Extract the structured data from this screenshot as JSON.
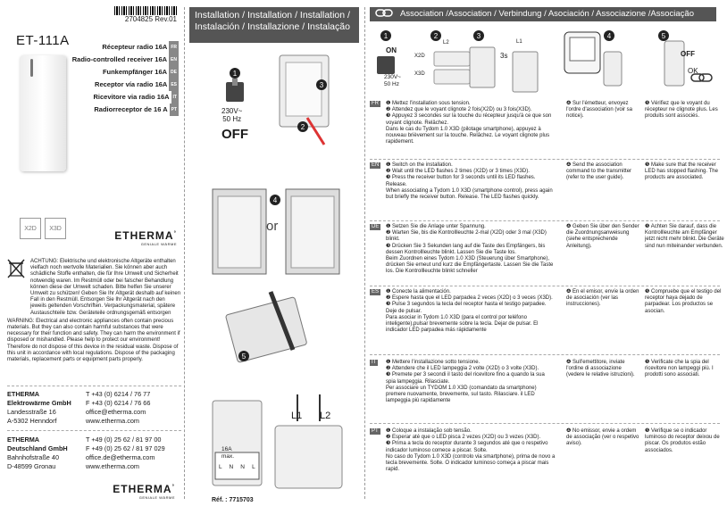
{
  "meta": {
    "code": "2704825 Rev.01",
    "product": "ET-111A"
  },
  "languages": [
    {
      "label": "Récepteur radio 16A",
      "code": "FR"
    },
    {
      "label": "Radio-controlled receiver 16A",
      "code": "EN"
    },
    {
      "label": "Funkempfänger 16A",
      "code": "DE"
    },
    {
      "label": "Receptor vía radio 16A",
      "code": "ES"
    },
    {
      "label": "Ricevitore via radio 16A",
      "code": "IT"
    },
    {
      "label": "Radiorreceptor de 16 A",
      "code": "PT"
    }
  ],
  "badges": [
    "X2D",
    "X3D"
  ],
  "brand": {
    "name": "ETHERMA",
    "sub": "GENIALE WÄRME",
    "mark": "°"
  },
  "warning": {
    "de": "ACHTUNG: Elektrische und elektronische Altgeräte enthalten vielfach noch wertvolle Materialien. Sie können aber auch schädliche Stoffe enthalten, die für Ihre Umwelt und Sicherheit notwendig waren. Im Restmüll oder bei falscher Behandlung können diese der Umwelt schaden. Bitte helfen Sie unserer Umwelt zu schützen! Geben Sie Ihr Altgerät deshalb auf keinen Fall in den Restmüll. Entsorgen Sie Ihr Altgerät nach den jeweils geltenden Vorschriften. Verpackungsmaterial, spätere Austauschteile bzw. Geräteteile ordnungsgemäß entsorgen",
    "en": "WARNING: Electrical and electronic appliances often contain precious materials. But they can also contain harmful substances that were necessary for their function and safety. They can harm the environment if disposed or mishandled. Please help to protect our environment! Therefore do not dispose of this device in the residual waste. Dispose of this unit in accordance with local regulations. Dispose of the packaging materials, replacement parts or equipment parts properly."
  },
  "addresses": [
    {
      "lines": [
        "ETHERMA",
        "Elektrowärme GmbH",
        "Landesstraße 16",
        "A-5302 Henndorf"
      ],
      "contact": [
        "T +43 (0) 6214 / 76 77",
        "F +43 (0) 6214 / 76 66",
        "office@etherma.com",
        "www.etherma.com"
      ]
    },
    {
      "lines": [
        "ETHERMA",
        "Deutschland GmbH",
        "Bahnhofstraße 40",
        "D-48599 Gronau"
      ],
      "contact": [
        "T +49 (0) 25 62 / 81 97 00",
        "F +49 (0) 25 62 / 81 97 029",
        "office.de@etherma.com",
        "www.etherma.com"
      ]
    }
  ],
  "install": {
    "header": "Installation / Installation / Installation / Instalación / Installazione  / Instalação",
    "power": "230V~\n50 Hz",
    "state": "OFF",
    "or": "or",
    "wiring": "16A\nmax.",
    "terminals": "L  N  N  L",
    "ref": "Réf. : 7715703",
    "l1": "L1",
    "l2": "L2"
  },
  "assoc": {
    "header": "Association /Association / Verbindung / Asociación / Associazione /Associação",
    "on": "ON",
    "off": "OFF",
    "ok": "OK",
    "timer": "3s",
    "power": "230V~\n50 Hz",
    "x2d": "X2D",
    "x3d": "X3D",
    "l1": "L1",
    "l2": "L2"
  },
  "sections": [
    {
      "code": "FR",
      "a": "❶ Mettez l'installation sous tension.\n❷ Attendez que le voyant clignote 2 fois(X2D) ou 3 fois(X3D).\n❸ Appuyez 3 secondes sur la touche du récepteur jusqu'à ce que son voyant clignote. Relâchez.\nDans le cas du Tydom 1.0 X3D (pilotage smartphone), appuyez à nouveau brièvement sur la touche. Relâchez. Le voyant clignote plus rapidement.",
      "b": "❹ Sur l'émetteur, envoyez l'ordre d'association (voir sa notice).",
      "c": "❺ Vérifiez que le voyant du récepteur ne clignote plus. Les produits sont associés."
    },
    {
      "code": "EN",
      "a": "❶ Switch on the installation.\n❷ Wait until the LED flashes 2 times (X2D) or 3 times (X3D).\n❸ Press the receiver button for 3 seconds until its LED flashes. Release.\nWhen associating a Tydom 1.0 X3D (smartphone control), press again but briefly the receiver button. Release. The LED flashes quickly.",
      "b": "❹ Send the association command to the transmitter (refer to the user guide).",
      "c": "❺ Make sure that the receiver LED has stopped flashing. The products are associated."
    },
    {
      "code": "DE",
      "a": "❶ Setzen Sie die Anlage unter Spannung.\n❷ Warten Sie, bis die Kontrollleuchte 2-mal (X2D) oder 3 mal (X3D) blinkt.\n❸ Drücken Sie 3 Sekunden lang auf die Taste des Empfängers, bis dessen Kontrollleuchte blinkt. Lassen Sie die Taste los.\nBeim Zuordnen eines Tydom 1.0 X3D (Steuerung über Smartphone), drücken Sie erneut und kurz die Empfängertaste. Lassen Sie die Taste los. Die Kontrollleuchte blinkt schneller",
      "b": "❹ Geben Sie über den Sender die Zuordnungsanweisung (siehe entsprechende Anleitung).",
      "c": "❺ Achten Sie darauf, dass die Kontrollleuchte am Empfänger jetzt nicht mehr blinkt. Die Geräte sind nun miteinander verbunden."
    },
    {
      "code": "ES",
      "a": "❶ Conecte la alimentación.\n❷ Espere hasta que el LED parpadea 2 veces (X2D) o 3 veces (X3D).\n❸ Pulse 3 segundos la tecla del receptor hasta el testigo parpadee. Deje de pulsar.\nPara asociar in Tydom 1.0 X3D (para el control por teléfono inteligente),pulsar brevemente sobre la tecla. Dejar de pulsar. El indicador LED parpadea más rápidamente",
      "b": "❹ En el emisor, envíe la orden de asociación (ver las instrucciones).",
      "c": "❺ Compruebe que el testigo del receptor haya dejado de parpadear. Los productos se asocian."
    },
    {
      "code": "IT",
      "a": "❶ Mettere l'installazione sotto tensione.\n❷ Attendere che il LED lampeggia 2 volte (X2D) o 3 volte (X3D).\n❸ Premete per 3 secondi il tasto del ricevitore fino a quando la sua spia lampeggia. Rilasciate.\nPer associare un TYDOM 1.0 X3D (comandato da smartphone) premere nuovamente, brevemente, sul tasto. Rilasciare. il LED lampeggia più rapidamente",
      "b": "❹ Sull'emettitore, inviate l'ordine di associazione (vedere le relative istruzioni).",
      "c": "❺ Verificate che la spia del ricevitore non lampeggi più. I prodotti sono associati."
    },
    {
      "code": "PT",
      "a": "❶ Coloque a instalação sob tensão.\n❷ Esperar até que o LED pisca 2 vezes (X2D) ou 3 vezes (X3D).\n❸ Prima a tecla do receptor durante 3 segundos até que o respetivo indicador luminoso comece a piscar. Solte.\nNo caso do Tydom 1.0 X3D (controlo via smartphone), prima de novo a tecla brevemente. Solte. O indicador luminoso começa a piscar mais rapid.",
      "b": "❹ No emissor, envie a ordem de associação (ver o respetivo aviso).",
      "c": "❺ Verifique se o indicador luminoso do receptor deixou de piscar. Os produtos estão associados."
    }
  ]
}
